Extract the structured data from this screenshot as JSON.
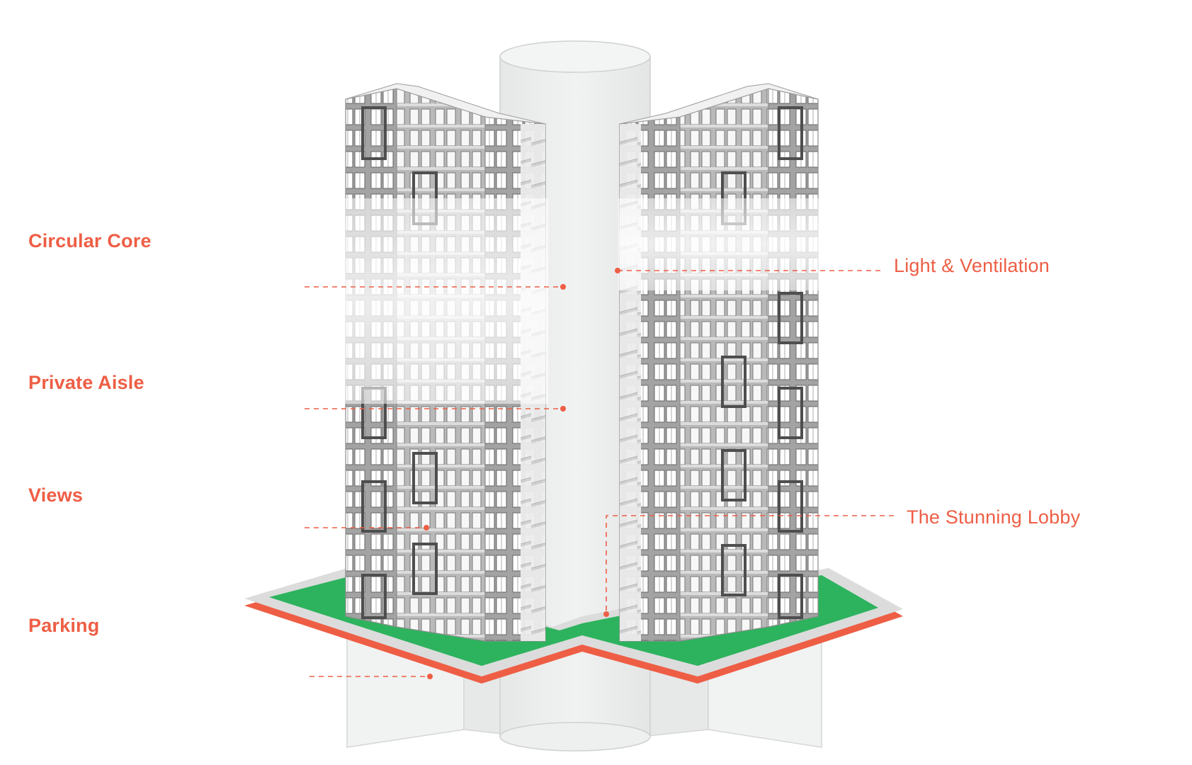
{
  "labels": {
    "circular_core": "Circular Core",
    "private_aisle": "Private Aisle",
    "views": "Views",
    "parking": "Parking",
    "light_ventilation": "Light & Ventilation",
    "stunning_lobby": "The Stunning Lobby"
  },
  "colors": {
    "accent": "#EE5E45",
    "lawn": "#2DB35E",
    "building": "#9E9E9E",
    "core": "#EEEFEF",
    "window_frame": "#5A5A5A"
  }
}
